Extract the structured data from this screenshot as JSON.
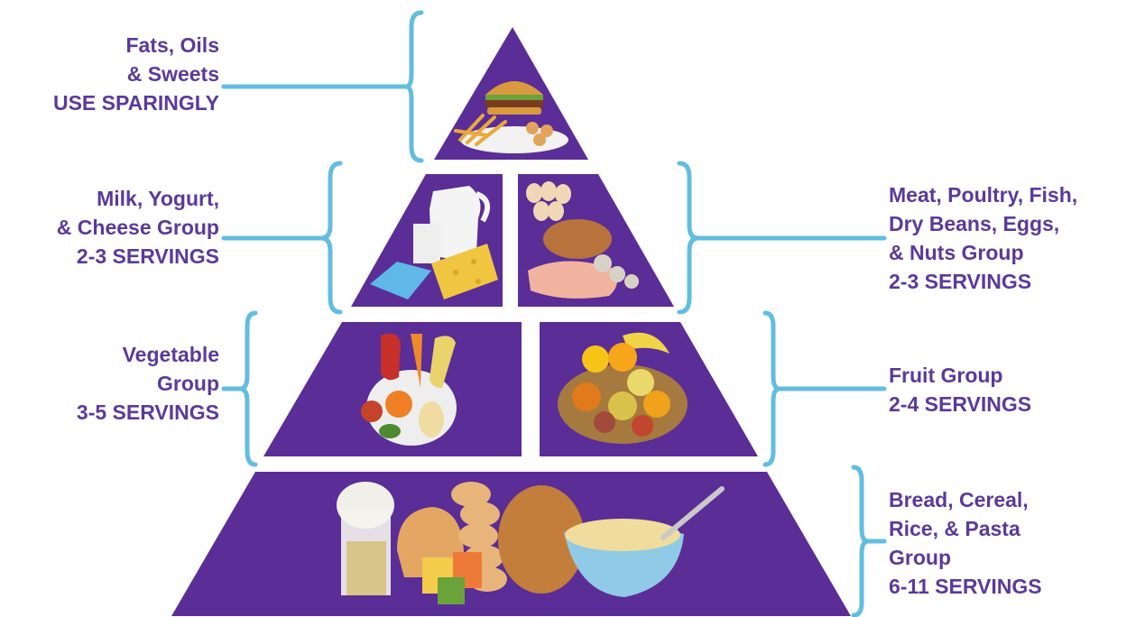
{
  "colors": {
    "tier": "#5b2d96",
    "label_text": "#5a3a9a",
    "connector": "#62bde0",
    "background": "#ffffff"
  },
  "groups": {
    "fats": {
      "lines": [
        "Fats, Oils",
        "& Sweets",
        "USE SPARINGLY"
      ],
      "food_icons": [
        "hamburger-icon",
        "french-fries-icon",
        "pastry-icon"
      ]
    },
    "milk": {
      "lines": [
        "Milk, Yogurt,",
        "& Cheese Group",
        "2-3 SERVINGS"
      ],
      "food_icons": [
        "milk-pitcher-icon",
        "milk-glass-icon",
        "cheese-icon",
        "yogurt-icon"
      ]
    },
    "meat": {
      "lines": [
        "Meat, Poultry, Fish,",
        "Dry Beans, Eggs,",
        "& Nuts Group",
        "2-3 SERVINGS"
      ],
      "food_icons": [
        "eggs-icon",
        "roast-chicken-icon",
        "fish-icon",
        "nuts-icon"
      ]
    },
    "vegetable": {
      "lines": [
        "Vegetable",
        "Group",
        "3-5 SERVINGS"
      ],
      "food_icons": [
        "vegetable-bowl-icon",
        "pepper-icon",
        "carrot-icon",
        "corn-icon"
      ]
    },
    "fruit": {
      "lines": [
        "Fruit Group",
        "2-4 SERVINGS"
      ],
      "food_icons": [
        "fruit-basket-icon",
        "banana-icon",
        "orange-icon",
        "apple-icon"
      ]
    },
    "bread": {
      "lines": [
        "Bread, Cereal,",
        "Rice, & Pasta",
        "Group",
        "6-11 SERVINGS"
      ],
      "food_icons": [
        "pasta-jar-icon",
        "bread-loaf-icon",
        "braided-bread-icon",
        "cereal-bowl-icon"
      ]
    }
  }
}
